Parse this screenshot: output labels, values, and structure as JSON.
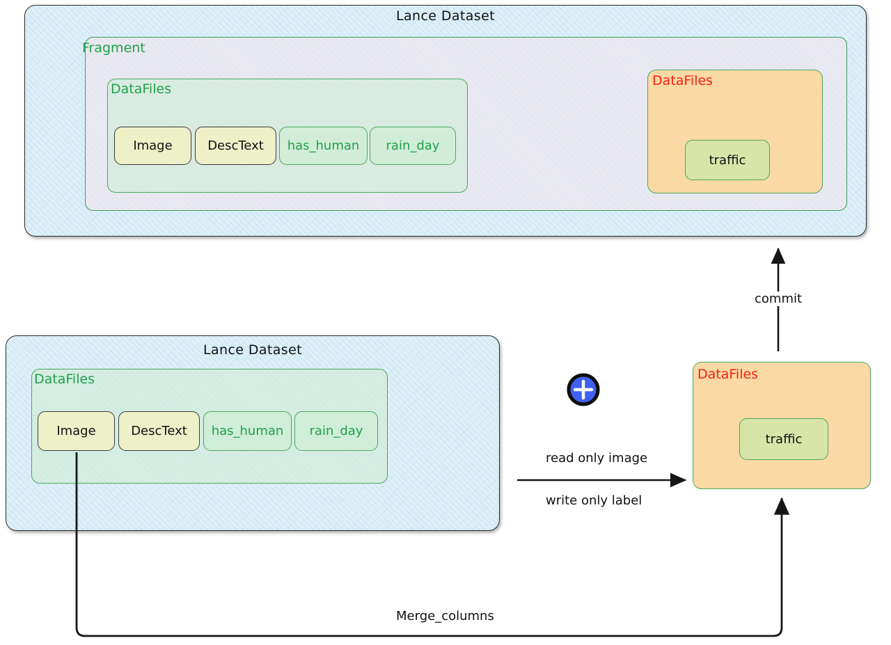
{
  "diagram": {
    "title_top": "Lance Dataset",
    "title_bottom": "Lance Dataset"
  },
  "top_dataset": {
    "title": "Lance Dataset",
    "fragment_label": "Fragment",
    "datafiles_label": "DataFiles",
    "columns": [
      {
        "label": "Image",
        "style": "dark"
      },
      {
        "label": "DescText",
        "style": "dark"
      },
      {
        "label": "has_human",
        "style": "green"
      },
      {
        "label": "rain_day",
        "style": "green"
      }
    ],
    "new_datafiles_label": "DataFiles",
    "new_column": "traffic"
  },
  "bottom_dataset": {
    "title": "Lance Dataset",
    "datafiles_label": "DataFiles",
    "columns": [
      {
        "label": "Image",
        "style": "dark"
      },
      {
        "label": "DescText",
        "style": "dark"
      },
      {
        "label": "has_human",
        "style": "green"
      },
      {
        "label": "rain_day",
        "style": "green"
      }
    ]
  },
  "new_datafiles": {
    "label": "DataFiles",
    "column": "traffic"
  },
  "edges": {
    "commit": "commit",
    "read_only": "read only image",
    "write_only": "write only label",
    "merge_columns": "Merge_columns"
  },
  "icons": {
    "plus": "plus-circle-icon"
  },
  "colors": {
    "dataset_fill": "#dcf0f8",
    "dataset_stroke": "#2b2b2b",
    "fragment_fill": "#f4e4ec",
    "group_green": "#21a04a",
    "group_red": "#f81e12",
    "orange_fill": "#fbd9a5",
    "green_stroke": "#4aa85f",
    "plus_blue": "#4060f0"
  }
}
